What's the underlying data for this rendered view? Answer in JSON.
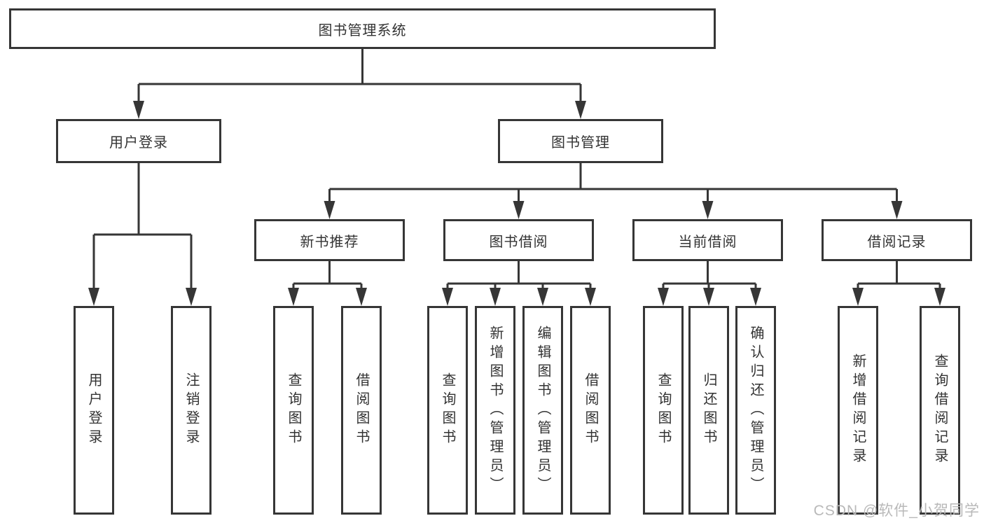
{
  "tree": {
    "root": {
      "label": "图书管理系统"
    },
    "branches": [
      {
        "label": "用户登录",
        "children": [
          "用户登录",
          "注销登录"
        ]
      },
      {
        "label": "图书管理",
        "groups": [
          {
            "label": "新书推荐",
            "children": [
              "查询图书",
              "借阅图书"
            ]
          },
          {
            "label": "图书借阅",
            "children": [
              "查询图书",
              "新增图书（管理员）",
              "编辑图书（管理员）",
              "借阅图书"
            ]
          },
          {
            "label": "当前借阅",
            "children": [
              "查询图书",
              "归还图书",
              "确认归还（管理员）"
            ]
          },
          {
            "label": "借阅记录",
            "children": [
              "新增借阅记录",
              "查询借阅记录"
            ]
          }
        ]
      }
    ]
  },
  "watermark": {
    "text": "CSDN @软件_小贺同学"
  },
  "colors": {
    "line": "#363636",
    "text": "#333333",
    "background": "#ffffff",
    "watermark": "#b9b9b9"
  }
}
